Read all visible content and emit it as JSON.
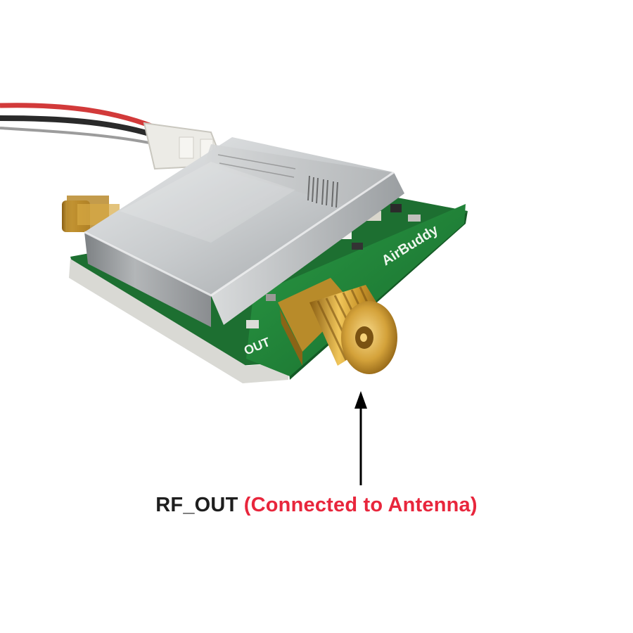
{
  "image": {
    "description_colors": {
      "background": "#ffffff",
      "pcb_green": "#1f7a34",
      "shield_silver": "#b9bcbf",
      "gold_connector": "#c9952a",
      "arrow": "#000000",
      "annotation_red": "#e8263c",
      "annotation_dark": "#1e1e1e"
    }
  },
  "board": {
    "brand_silkscreen": "AirBuddy",
    "port_silkscreen": "OUT"
  },
  "annotation": {
    "label": "RF_OUT",
    "note": "(Connected to Antenna)"
  }
}
